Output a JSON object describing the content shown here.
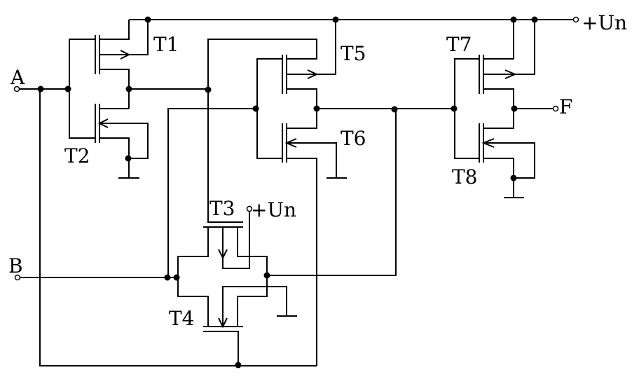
{
  "title": "CMOS logic circuit schematic",
  "terminals": {
    "input_a": "A",
    "input_b": "B",
    "output_f": "F",
    "supply_main": "+Un",
    "supply_t3": "+Un"
  },
  "transistors": {
    "t1": "T1",
    "t2": "T2",
    "t3": "T3",
    "t4": "T4",
    "t5": "T5",
    "t6": "T6",
    "t7": "T7",
    "t8": "T8"
  },
  "colors": {
    "wire": "#000000",
    "background": "#ffffff"
  }
}
